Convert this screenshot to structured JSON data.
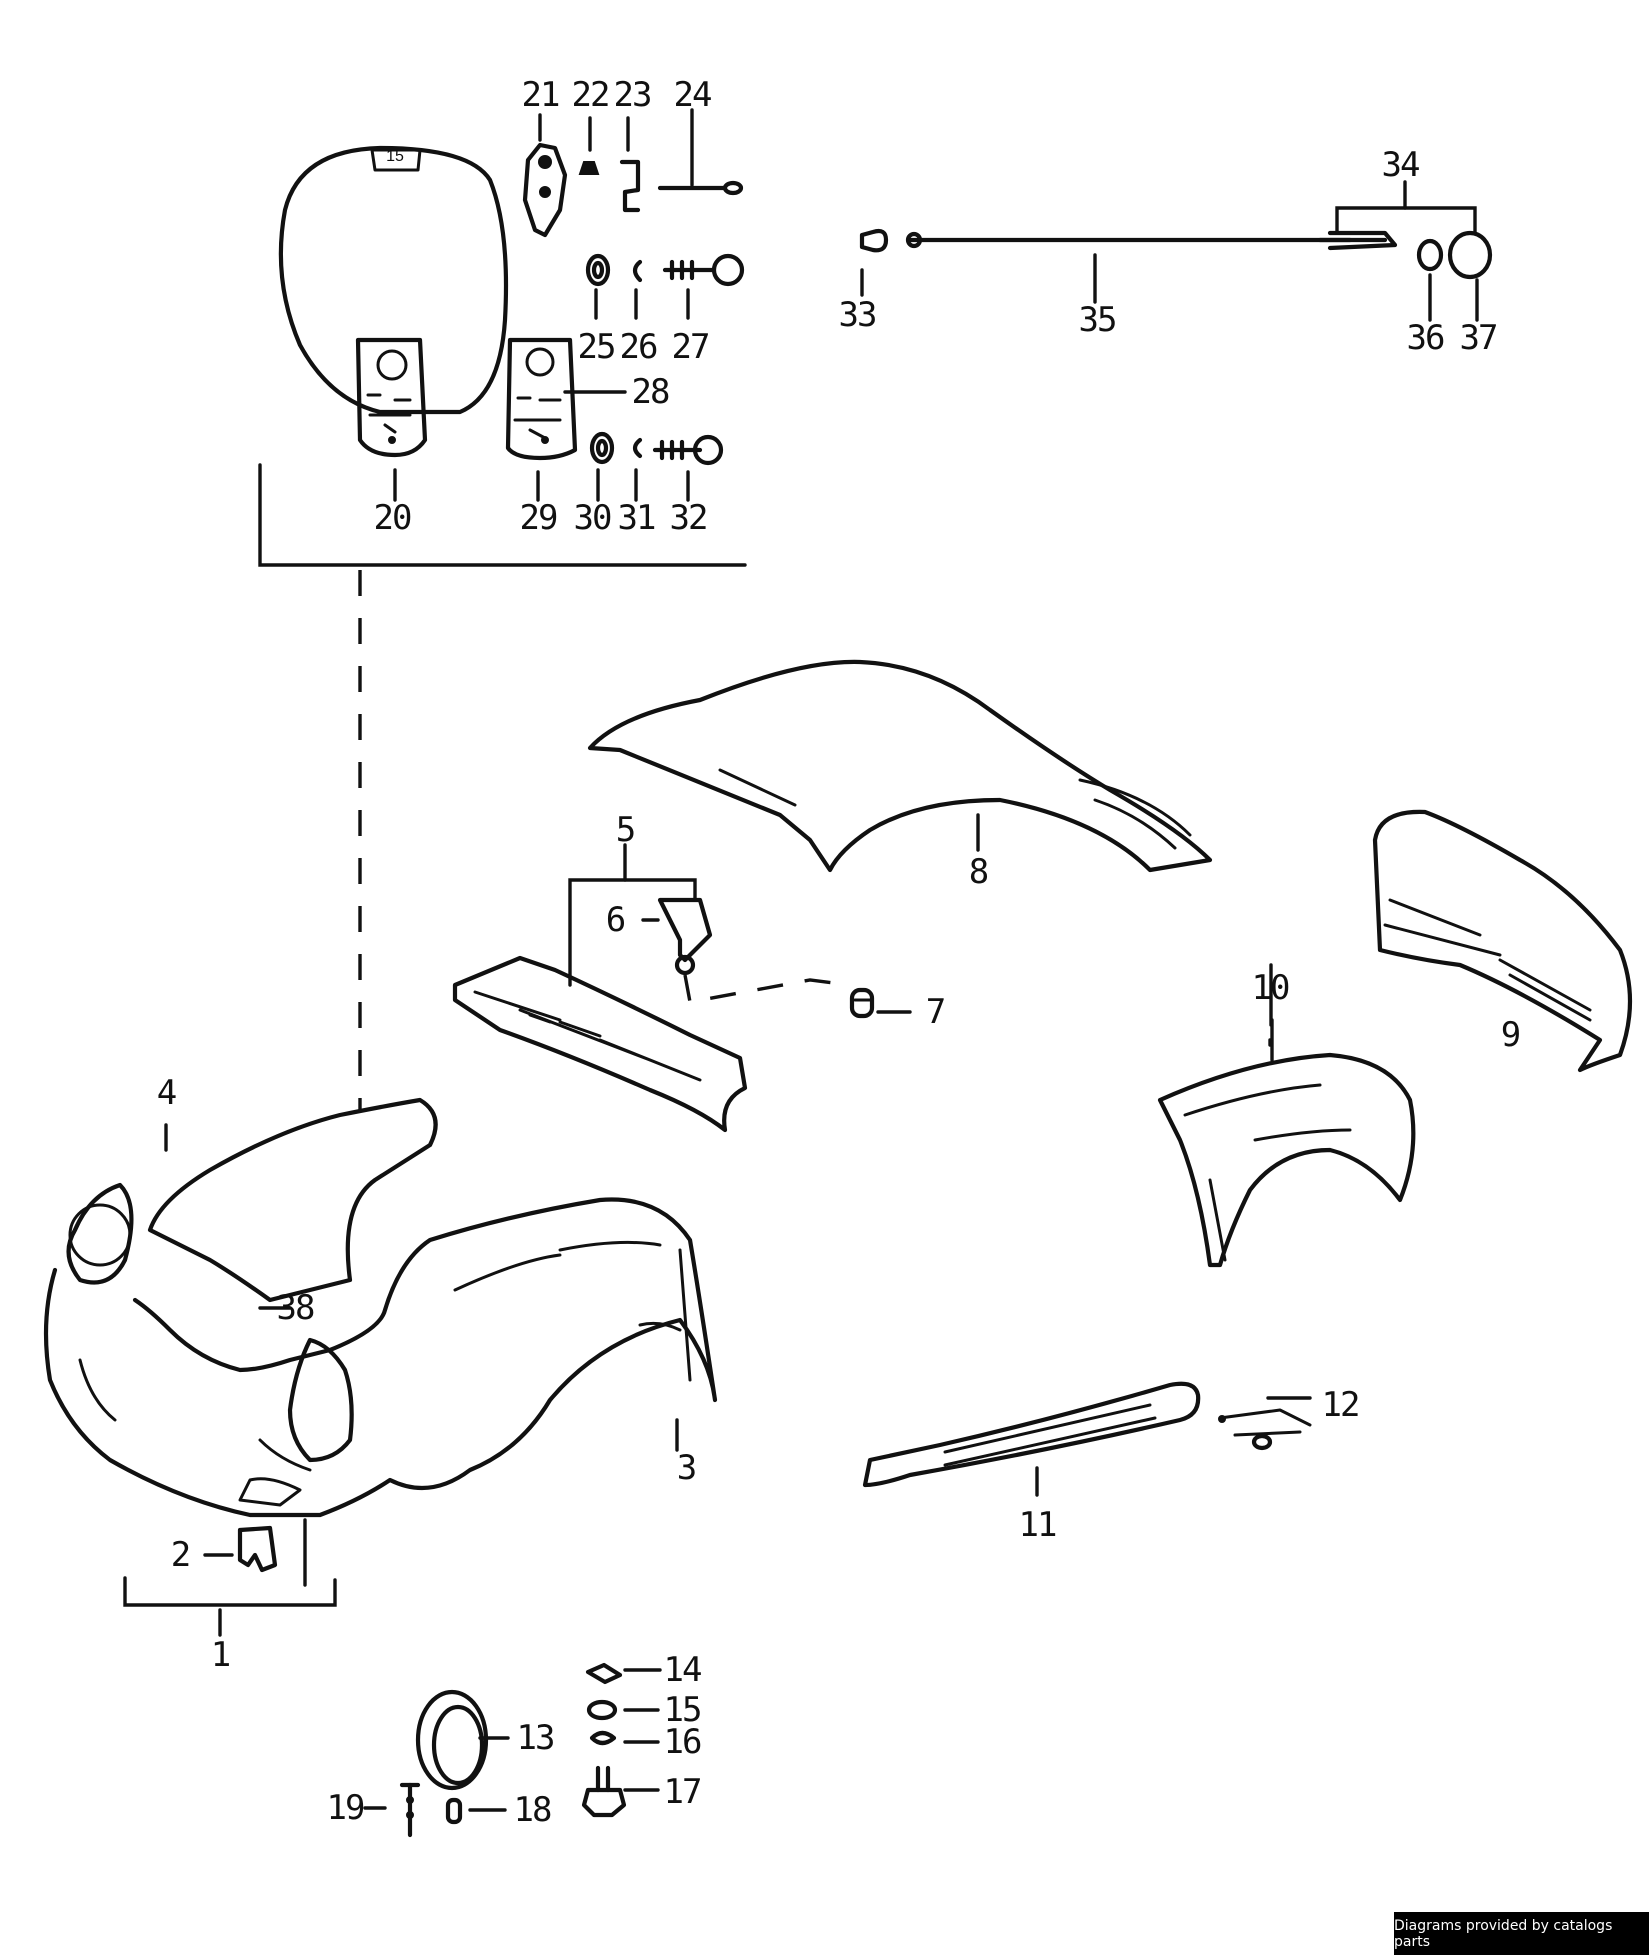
{
  "labels": {
    "p1": "1",
    "p2": "2",
    "p3": "3",
    "p4": "4",
    "p5": "5",
    "p6": "6",
    "p7": "7",
    "p8": "8",
    "p9": "9",
    "p10": "10",
    "p11": "11",
    "p12": "12",
    "p13": "13",
    "p14": "14",
    "p15": "15",
    "p16": "16",
    "p17": "17",
    "p18": "18",
    "p19": "19",
    "p20": "20",
    "p21": "21",
    "p22": "22",
    "p23": "23",
    "p24": "24",
    "p25": "25",
    "p26": "26",
    "p27": "27",
    "p28": "28",
    "p29": "29",
    "p30": "30",
    "p31": "31",
    "p32": "32",
    "p33": "33",
    "p34": "34",
    "p35": "35",
    "p36": "36",
    "p37": "37",
    "p38": "38"
  },
  "credit": "Diagrams provided by catalogs parts"
}
